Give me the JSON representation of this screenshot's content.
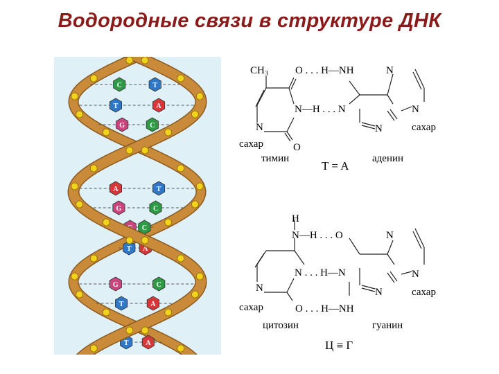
{
  "slide": {
    "title": "Водородные связи в структуре ДНК"
  },
  "helix": {
    "base_letters": {
      "c": "C",
      "t": "T",
      "a": "A",
      "g": "G"
    },
    "colors": {
      "strand": "#c98a3a",
      "strand_dark": "#8a5a20",
      "phosphate": "#f2d21b",
      "cytosine": "#2f9a45",
      "thymine": "#2f78c8",
      "adenine": "#d6383a",
      "guanine": "#c8457e"
    }
  },
  "formulas": {
    "pair1": {
      "ch3": "CH",
      "ch3_sub": "3",
      "bond_o_h_nh": "O . . . H—NH",
      "n_top_right": "N",
      "bond_n_h_n": "N—H . . . N",
      "n_right": "N",
      "n_ring_left": "N",
      "n_ring_mid": "N",
      "o_bottom": "O",
      "sugar_left": "сахар",
      "sugar_right": "сахар",
      "thymine": "тимин",
      "adenine": "аденин",
      "pair": "T = A"
    },
    "pair2": {
      "h": "H",
      "bond_n_h_o": "N—H . . . O",
      "n_top_right": "N",
      "bond_n_h_n": "N . . . H—N",
      "n_right": "N",
      "n_ring_left": "N",
      "n_ring_mid": "N",
      "bond_o_h_nh": "O . . . H—NH",
      "sugar_left": "сахар",
      "sugar_right": "сахар",
      "cytosine": "цитозин",
      "guanine": "гуанин",
      "pair": "Ц ≡ Г"
    }
  }
}
